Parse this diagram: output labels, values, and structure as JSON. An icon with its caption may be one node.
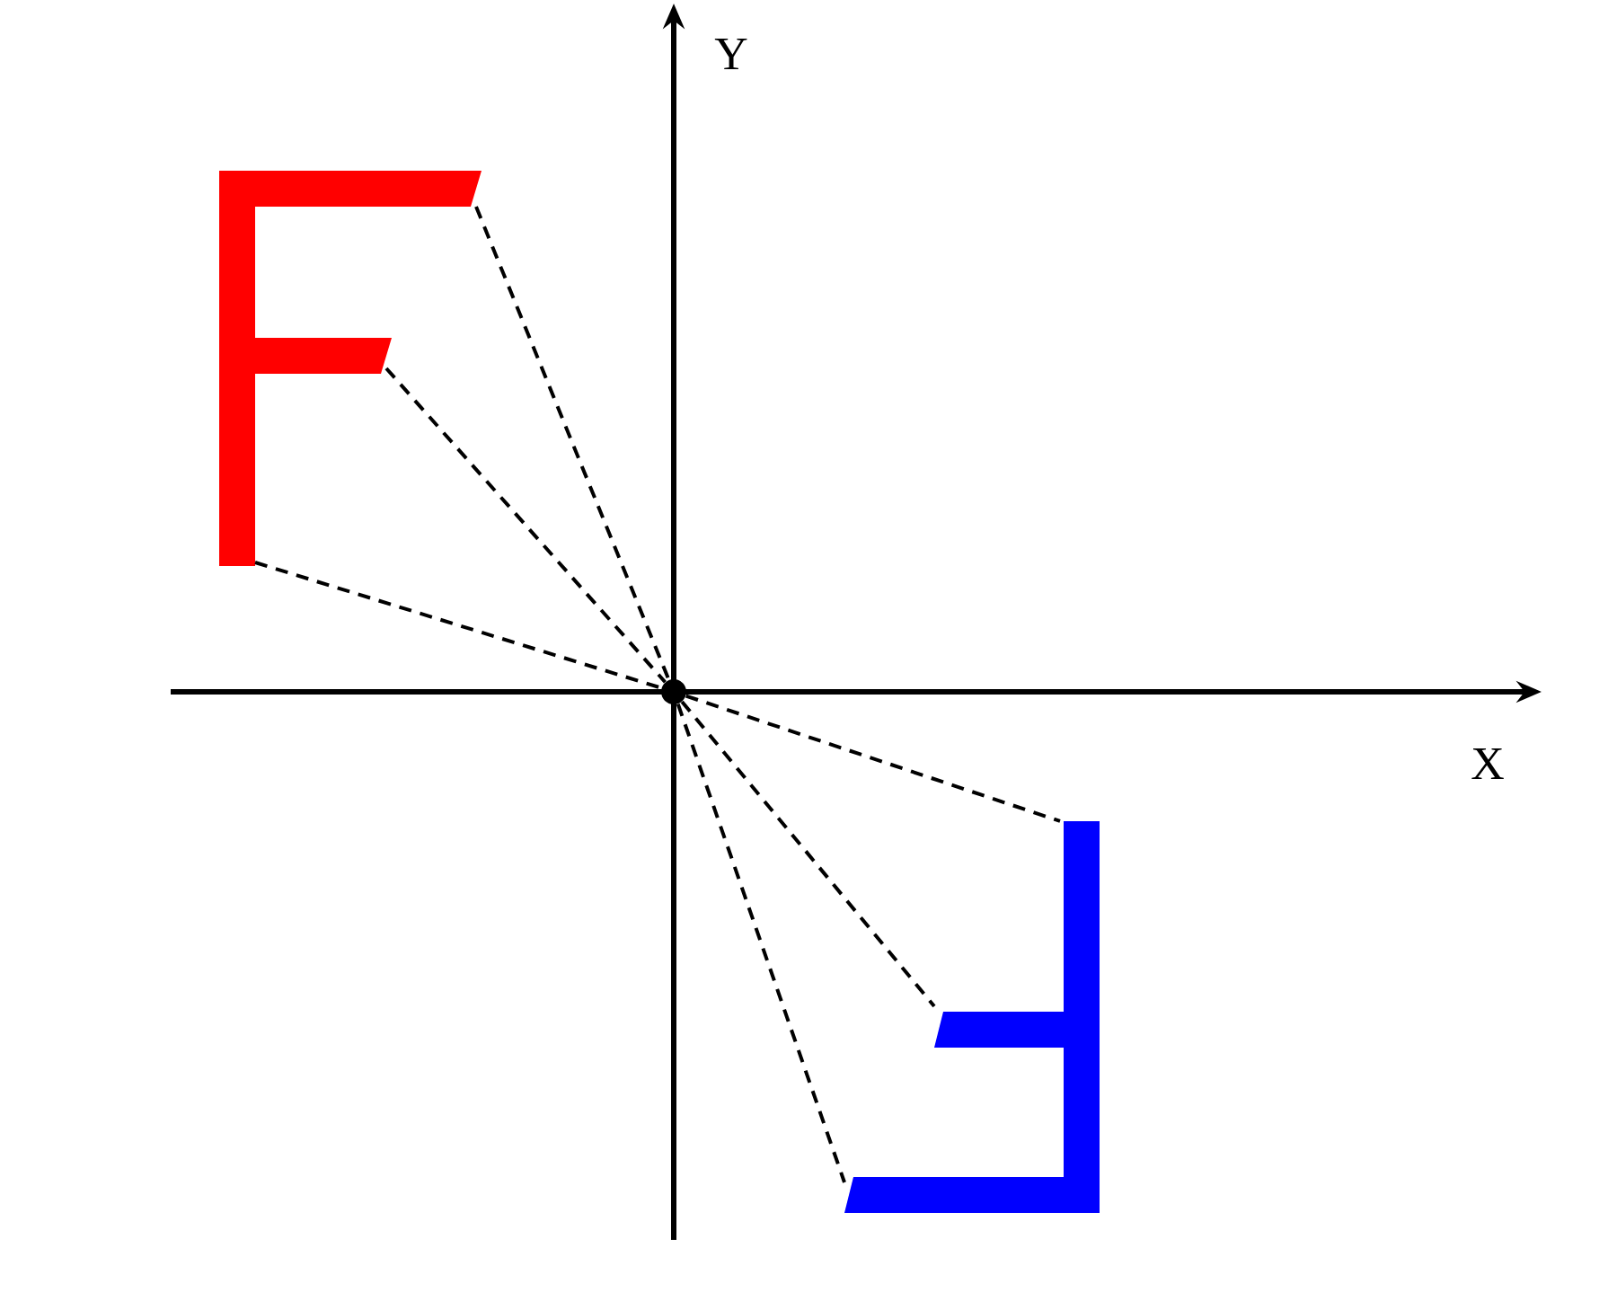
{
  "diagram": {
    "nodes": [
      {
        "text": [],
        "shape": "picture"
      },
      {
        "text": [],
        "shape": "circle"
      },
      {
        "text": [],
        "shape": "picture"
      }
    ],
    "edges": [
      {
        "from": 0,
        "to": 1,
        "arrow": "none",
        "style": "dashed"
      },
      {
        "from": 0,
        "to": 1,
        "arrow": "none",
        "style": "dashed"
      },
      {
        "from": 0,
        "to": 1,
        "arrow": "none",
        "style": "dashed"
      },
      {
        "from": 1,
        "to": 2,
        "arrow": "none",
        "style": "dashed"
      },
      {
        "from": 1,
        "to": 2,
        "arrow": "none",
        "style": "dashed"
      },
      {
        "from": 1,
        "to": 2,
        "arrow": "none",
        "style": "dashed"
      }
    ],
    "labels": [
      "Y",
      "X"
    ]
  }
}
